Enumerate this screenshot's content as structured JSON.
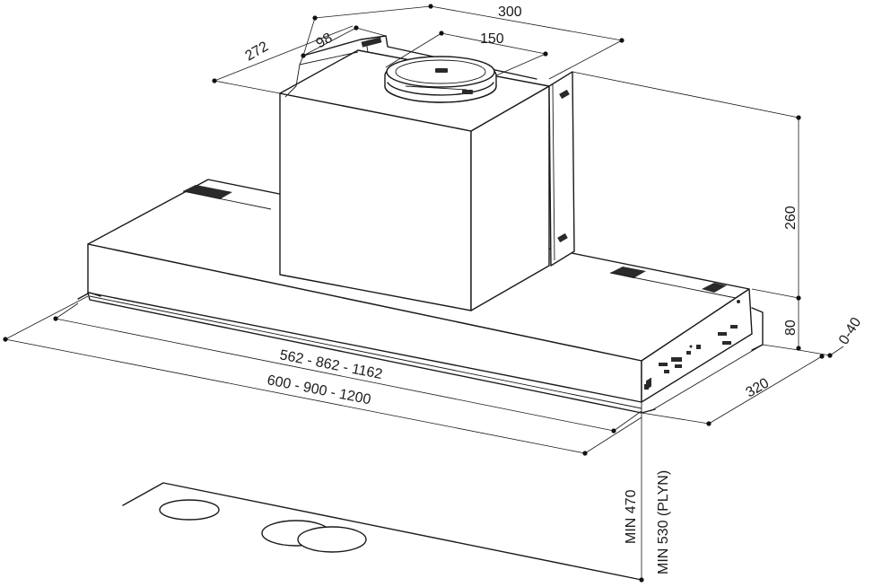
{
  "dimensions": {
    "width_300": "300",
    "duct_150": "150",
    "depth_272": "272",
    "offset_98": "98",
    "height_260": "260",
    "height_80": "80",
    "range_0_40": "0-40",
    "depth_320": "320",
    "inner_widths": "562 - 862 - 1162",
    "outer_widths": "600 - 900 - 1200",
    "min_470": "MIN 470",
    "min_530_plyn": "MIN 530 (PLYN)"
  }
}
